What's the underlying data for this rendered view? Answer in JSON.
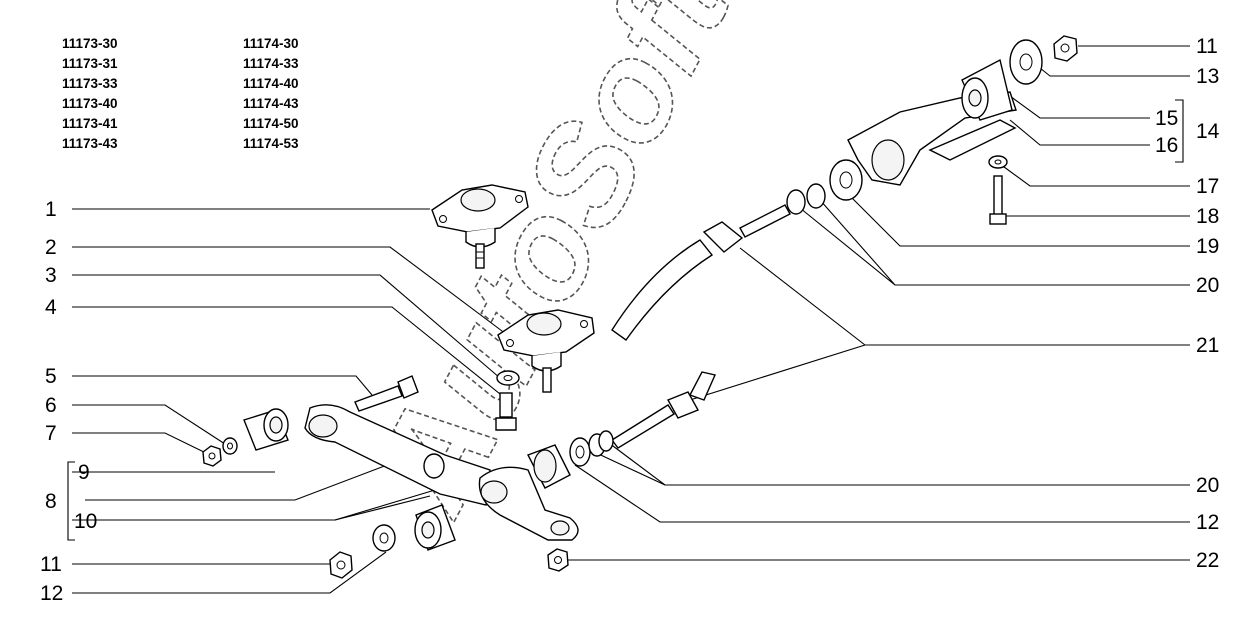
{
  "models": {
    "left": [
      "11173-30",
      "11173-31",
      "11173-33",
      "11173-40",
      "11173-41",
      "11173-43"
    ],
    "right": [
      "11174-30",
      "11174-33",
      "11174-40",
      "11174-43",
      "11174-50",
      "11174-53"
    ]
  },
  "callouts": {
    "c1": "1",
    "c2": "2",
    "c3": "3",
    "c4": "4",
    "c5": "5",
    "c6": "6",
    "c7": "7",
    "c8": "8",
    "c9": "9",
    "c10": "10",
    "c11a": "11",
    "c12a": "12",
    "c11b": "11",
    "c13": "13",
    "c14": "14",
    "c15": "15",
    "c16": "16",
    "c17": "17",
    "c18": "18",
    "c19": "19",
    "c20a": "20",
    "c21": "21",
    "c20b": "20",
    "c12b": "12",
    "c22": "22"
  },
  "watermark": "AutoSoft"
}
